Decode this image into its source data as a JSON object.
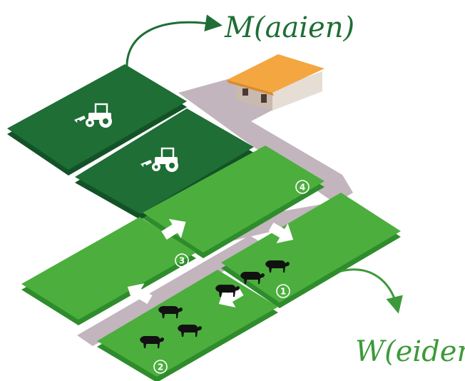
{
  "labels": {
    "mowing": "M(aaien)",
    "grazing": "W(eiden)"
  },
  "paddocks": [
    {
      "number": "1"
    },
    {
      "number": "2"
    },
    {
      "number": "3"
    },
    {
      "number": "4"
    }
  ],
  "colors": {
    "dark_field": "#1e6e35",
    "dark_field_edge": "#135227",
    "light_field": "#4cae3d",
    "light_field_edge": "#2f8c2c",
    "lane": "#c2b5bd",
    "label_green": "#3c9a38",
    "barn_roof": "#f4a640",
    "barn_wall": "#d8ccc4"
  },
  "icons": [
    "tractor-icon",
    "cow-icon",
    "barn-icon",
    "arrow-icon"
  ]
}
